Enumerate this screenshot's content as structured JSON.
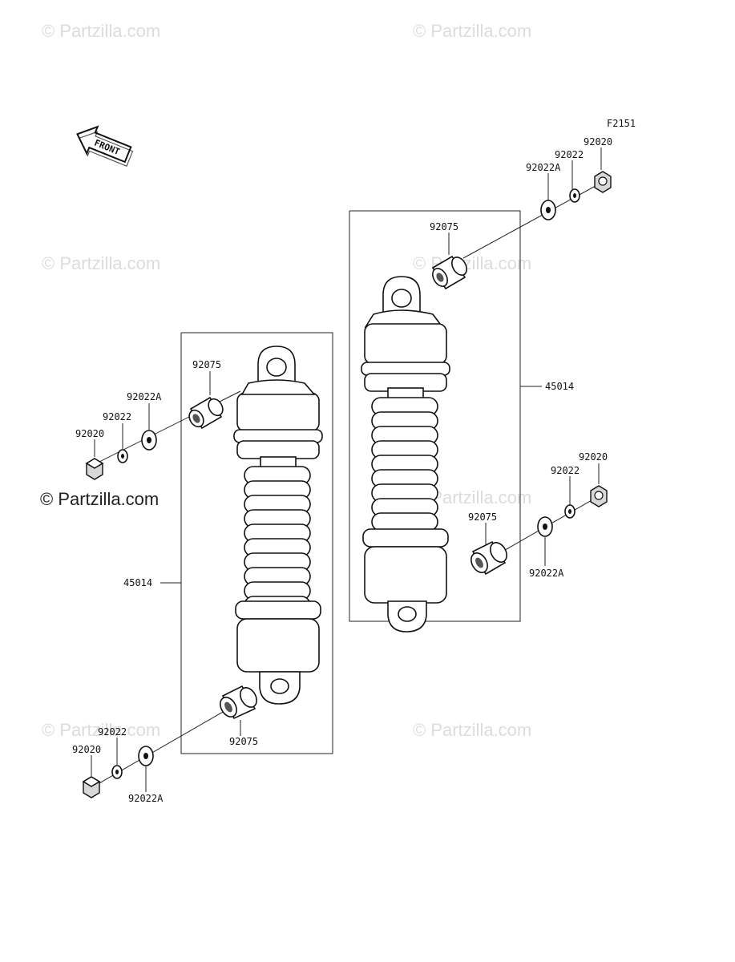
{
  "diagram": {
    "figure_code": "F2151",
    "front_arrow_label": "FRONT",
    "watermarks": [
      "© Partzilla.com",
      "© Partzilla.com",
      "© Partzilla.com",
      "© Partzilla.com",
      "© Partzilla.com",
      "© Partzilla.com",
      "© Partzilla.com"
    ],
    "callouts": {
      "left_shock_assembly": "45014",
      "left_upper_collar": "92075",
      "left_upper_washer_a": "92022A",
      "left_upper_washer": "92022",
      "left_upper_nut": "92020",
      "left_lower_collar": "92075",
      "left_lower_washer_a": "92022A",
      "left_lower_washer": "92022",
      "left_lower_nut": "92020",
      "right_shock_assembly": "45014",
      "right_upper_collar": "92075",
      "right_upper_washer_a": "92022A",
      "right_upper_washer": "92022",
      "right_upper_nut": "92020",
      "right_lower_collar": "92075",
      "right_lower_washer_a": "92022A",
      "right_lower_washer": "92022",
      "right_lower_nut": "92020"
    }
  }
}
